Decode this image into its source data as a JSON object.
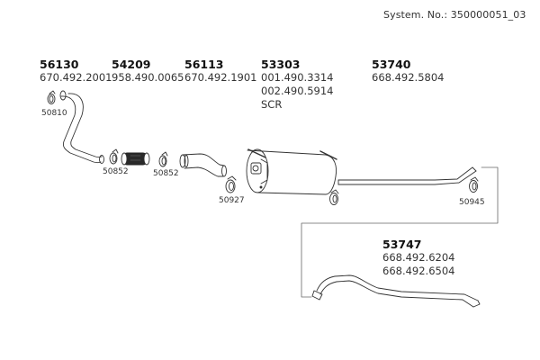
{
  "header": {
    "system_number": "System. No.: 350000051_03"
  },
  "parts": [
    {
      "number": "56130",
      "codes": [
        "670.492.2001"
      ]
    },
    {
      "number": "54209",
      "codes": [
        "958.490.0065"
      ]
    },
    {
      "number": "56113",
      "codes": [
        "670.492.1901"
      ]
    },
    {
      "number": "53303",
      "codes": [
        "001.490.3314",
        "002.490.5914",
        "SCR"
      ]
    },
    {
      "number": "53740",
      "codes": [
        "668.492.5804"
      ]
    },
    {
      "number": "53747",
      "codes": [
        "668.492.6204",
        "668.492.6504"
      ]
    }
  ],
  "clamps": [
    {
      "label": "50810"
    },
    {
      "label": "50852"
    },
    {
      "label": "50852"
    },
    {
      "label": "50927"
    },
    {
      "label": "50945"
    }
  ]
}
